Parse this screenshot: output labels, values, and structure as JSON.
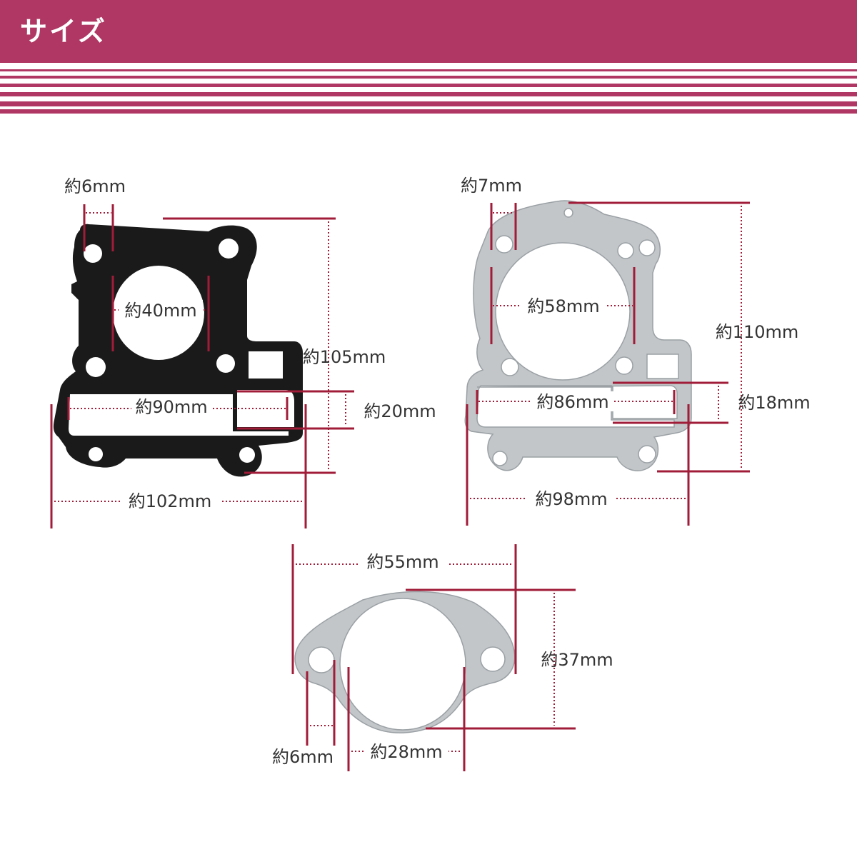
{
  "header": {
    "title": "サイズ",
    "color": "#b03763"
  },
  "colors": {
    "dimension_line": "#a01c38",
    "gasket_black": "#1a1a1a",
    "gasket_silver": "#c2c6c9",
    "gasket_silver_edge": "#9aa0a4",
    "label": "#333333"
  },
  "gaskets": {
    "head_gasket": {
      "labels": {
        "hole_width": "約6mm",
        "bore": "約40mm",
        "height": "約105mm",
        "slot_length": "約90mm",
        "slot_height": "約20mm",
        "overall_width": "約102mm"
      }
    },
    "base_gasket": {
      "labels": {
        "hole_width": "約7mm",
        "bore": "約58mm",
        "height": "約110mm",
        "slot_length": "約86mm",
        "slot_height": "約18mm",
        "overall_width": "約98mm"
      }
    },
    "flange_gasket": {
      "labels": {
        "overall_width": "約55mm",
        "height": "約37mm",
        "hole_width": "約6mm",
        "bore": "約28mm"
      }
    }
  }
}
